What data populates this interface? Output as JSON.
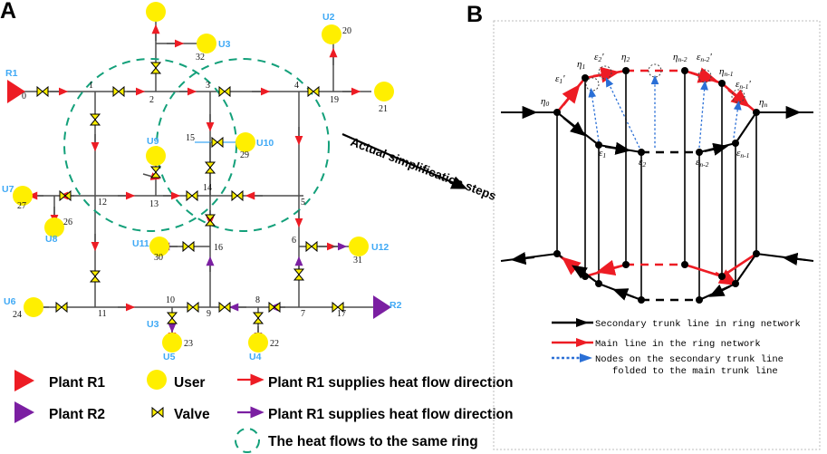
{
  "panels": {
    "a_label": "A",
    "b_label": "B"
  },
  "connector": {
    "text": "Actual simplification steps"
  },
  "panelA": {
    "plants": [
      {
        "name": "R1",
        "node": "0",
        "color": "#ed1c24"
      },
      {
        "name": "R2",
        "node": "17",
        "color": "#7b1fa2"
      }
    ],
    "users": [
      {
        "name": "U2",
        "node": "20"
      },
      {
        "name": "U3",
        "node": "32"
      },
      {
        "name": "",
        "node": "21"
      },
      {
        "name": "",
        "node": ""
      },
      {
        "name": "U9",
        "node": ""
      },
      {
        "name": "U10",
        "node": "29"
      },
      {
        "name": "U7",
        "node": "27"
      },
      {
        "name": "U8",
        "node": "26"
      },
      {
        "name": "U11",
        "node": "30"
      },
      {
        "name": "U12",
        "node": "31"
      },
      {
        "name": "U6",
        "node": "24"
      },
      {
        "name": "U5",
        "node": "23"
      },
      {
        "name": "U4",
        "node": "22"
      },
      {
        "name": "U3",
        "node": ""
      }
    ],
    "node_numbers": [
      "0",
      "1",
      "2",
      "3",
      "4",
      "5",
      "6",
      "7",
      "8",
      "9",
      "10",
      "11",
      "12",
      "13",
      "14",
      "15",
      "16",
      "17",
      "19",
      "20",
      "21",
      "22",
      "23",
      "24",
      "26",
      "27",
      "29",
      "30",
      "31",
      "32"
    ]
  },
  "legendA": {
    "items": [
      {
        "id": "plant-r1",
        "label": "Plant R1",
        "icon": "red-triangle",
        "color": "#ed1c24"
      },
      {
        "id": "user",
        "label": "User",
        "icon": "yellow-circle",
        "color": "#ffef00"
      },
      {
        "id": "flow-r1",
        "label": "Plant R1 supplies heat flow direction",
        "icon": "red-arrow",
        "color": "#ed1c24"
      },
      {
        "id": "plant-r2",
        "label": "Plant R2",
        "icon": "purple-triangle",
        "color": "#7b1fa2"
      },
      {
        "id": "valve",
        "label": "Valve",
        "icon": "valve-bowtie",
        "color": "#ffef00"
      },
      {
        "id": "flow-r2",
        "label": "Plant R1 supplies heat flow direction",
        "icon": "purple-arrow",
        "color": "#7b1fa2"
      },
      {
        "id": "ring",
        "label": "The heat flows to the same ring",
        "icon": "green-dashed-circle",
        "color": "#13a07a"
      }
    ]
  },
  "panelB": {
    "top_labels": [
      "η₀",
      "ε₁'",
      "η₁",
      "ε₂'",
      "η₂",
      "ηₙ₋₂",
      "εₙ₋₂'",
      "ηₙ₋₁",
      "εₙ₋₁'",
      "ηₙ"
    ],
    "bottom_labels": [
      "ε₁",
      "ε₂",
      "εₙ₋₂",
      "εₙ₋₁"
    ],
    "legend": [
      {
        "id": "secondary-trunk",
        "label": "Secondary trunk line in ring network",
        "color": "#000000",
        "style": "solid-arrow"
      },
      {
        "id": "main-line",
        "label": "Main line in the ring network",
        "color": "#ed1c24",
        "style": "solid-arrow"
      },
      {
        "id": "folded-nodes",
        "label": "Nodes on the secondary trunk line",
        "label2": "folded to the main trunk line",
        "color": "#2a6fd6",
        "style": "dotted-arrow"
      }
    ]
  }
}
